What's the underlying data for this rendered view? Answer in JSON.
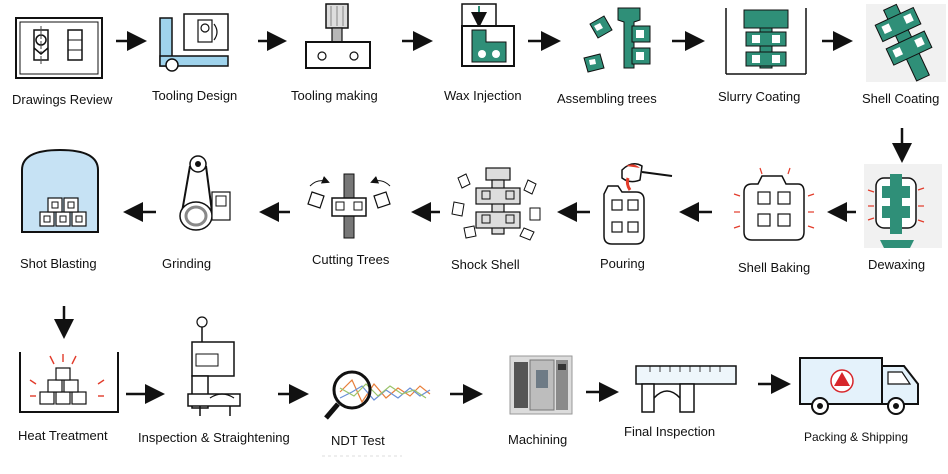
{
  "steps": [
    {
      "id": "drawings-review",
      "label": "Drawings Review",
      "icon": "blueprint-icon"
    },
    {
      "id": "tooling-design",
      "label": "Tooling Design",
      "icon": "square-ruler-icon"
    },
    {
      "id": "tooling-making",
      "label": "Tooling making",
      "icon": "milling-machine-icon"
    },
    {
      "id": "wax-injection",
      "label": "Wax Injection",
      "icon": "wax-injection-mold-icon"
    },
    {
      "id": "assembling-trees",
      "label": "Assembling trees",
      "icon": "wax-tree-assembly-icon"
    },
    {
      "id": "slurry-coating",
      "label": "Slurry Coating",
      "icon": "slurry-dip-icon"
    },
    {
      "id": "shell-coating",
      "label": "Shell Coating",
      "icon": "shell-coated-tree-icon"
    },
    {
      "id": "dewaxing",
      "label": "Dewaxing",
      "icon": "dewax-autoclave-icon"
    },
    {
      "id": "shell-baking",
      "label": "Shell Baking",
      "icon": "shell-baking-icon"
    },
    {
      "id": "pouring",
      "label": "Pouring",
      "icon": "ladle-pouring-icon"
    },
    {
      "id": "shock-shell",
      "label": "Shock Shell",
      "icon": "shell-knockout-icon"
    },
    {
      "id": "cutting-trees",
      "label": "Cutting Trees",
      "icon": "tree-cutting-icon"
    },
    {
      "id": "grinding",
      "label": "Grinding",
      "icon": "belt-grinder-icon"
    },
    {
      "id": "shot-blasting",
      "label": "Shot Blasting",
      "icon": "shot-blasting-chamber-icon"
    },
    {
      "id": "heat-treatment",
      "label": "Heat Treatment",
      "icon": "heat-treatment-furnace-icon"
    },
    {
      "id": "inspection-straightening",
      "label": "Inspection & Straightening",
      "icon": "straightening-press-icon"
    },
    {
      "id": "ndt-test",
      "label": "NDT Test",
      "icon": "magnifier-waveform-icon"
    },
    {
      "id": "machining",
      "label": "Machining",
      "icon": "cnc-machine-photo-icon"
    },
    {
      "id": "final-inspection",
      "label": "Final Inspection",
      "icon": "vernier-caliper-icon"
    },
    {
      "id": "packing-shipping",
      "label": "Packing & Shipping",
      "icon": "delivery-truck-icon"
    }
  ],
  "colors": {
    "teal": "#2f8f78",
    "line": "#1a1a1a",
    "sky": "#c6e2f4",
    "heat": "#e23b2a",
    "metal": "#b9b9b9",
    "paper": "#f2f2f2"
  },
  "truck_logo_color": "#d7262b"
}
